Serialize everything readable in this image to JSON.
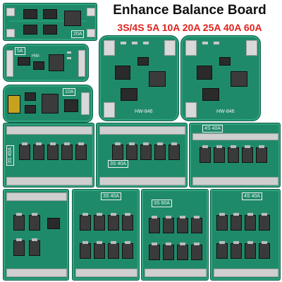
{
  "header": {
    "title": "Enhance Balance Board",
    "subtitle": "3S/4S 5A 10A 20A 25A 40A 60A"
  },
  "boards": {
    "b1": {
      "label": "20A"
    },
    "b2": {
      "label": "5A",
      "silk": "HW-"
    },
    "b3": {
      "label": "10A"
    },
    "b4": {
      "silk_bottom": "HW-846"
    },
    "b5": {
      "silk_bottom": "HW-846"
    },
    "b6": {
      "label": "3S 40A"
    },
    "b7": {
      "label": "3S 40A"
    },
    "b8": {
      "label": "4S 40A"
    },
    "b10": {
      "label": "3S 40A"
    },
    "b11": {
      "label": "3S 60A"
    },
    "b12": {
      "label": "4S 40A"
    }
  },
  "colors": {
    "pcb": "#1f8a6a",
    "accent_red": "#e0211b"
  }
}
